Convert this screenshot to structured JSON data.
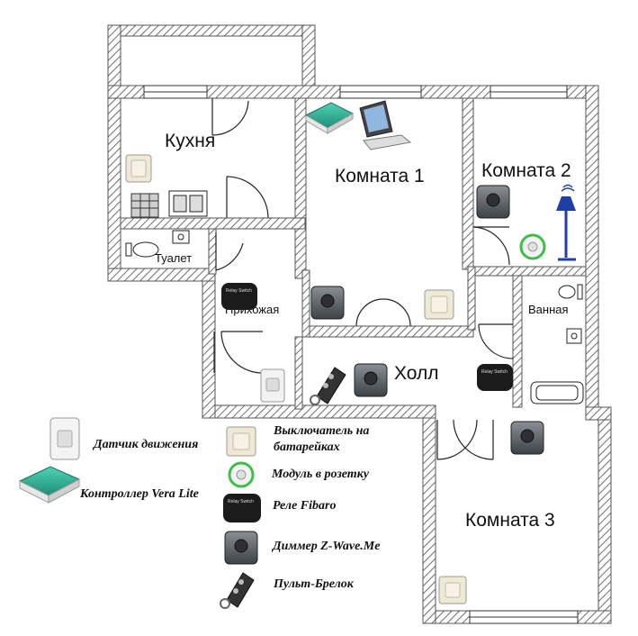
{
  "rooms": {
    "kitchen": "Кухня",
    "room1": "Комната 1",
    "room2": "Комната 2",
    "toilet": "Туалет",
    "hallway": "Прихожая",
    "bathroom": "Ванная",
    "hall": "Холл",
    "room3": "Комната 3"
  },
  "legend": {
    "motion_sensor": "Датчик движения",
    "battery_switch_line1": "Выключатель на",
    "battery_switch_line2": "батарейках",
    "plug_module": "Модуль в розетку",
    "vera_controller": "Контроллер Vera Lite",
    "fibaro_relay": "Реле Fibaro",
    "dimmer": "Диммер Z-Wave.Me",
    "key_fob": "Пульт-Брелок"
  },
  "device_text": {
    "relay_label": "Relay Switch"
  },
  "colors": {
    "wall_hatch": "#7a7a7a",
    "controller_teal": "#2aa58c",
    "lamp_blue": "#1f3fa8",
    "plug_green": "#3fbf4a",
    "switch_beige": "#efe8d2"
  }
}
